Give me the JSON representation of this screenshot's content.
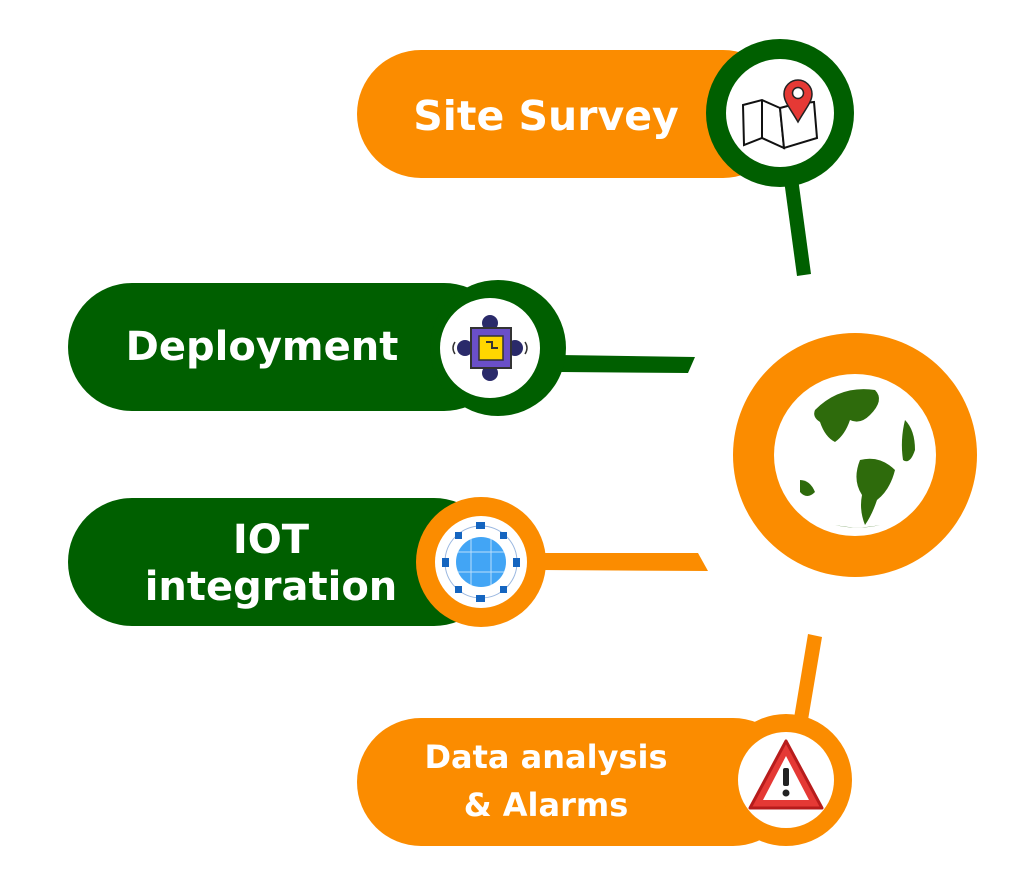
{
  "colors": {
    "orange": "#FB8C00",
    "green": "#005F00",
    "white": "#FFFFFF"
  },
  "center": {
    "icon": "globe-icon"
  },
  "steps": [
    {
      "label": "Site Survey",
      "icon": "map-pin-icon",
      "pill_color": "orange",
      "ring_color": "green"
    },
    {
      "label": "Deployment",
      "icon": "chip-sensor-icon",
      "pill_color": "green",
      "ring_color": "green"
    },
    {
      "label_line1": "IOT",
      "label_line2": "integration",
      "icon": "network-globe-icon",
      "pill_color": "green",
      "ring_color": "orange"
    },
    {
      "label_line1": "Data analysis",
      "label_line2": "& Alarms",
      "icon": "warning-icon",
      "pill_color": "orange",
      "ring_color": "orange"
    }
  ]
}
